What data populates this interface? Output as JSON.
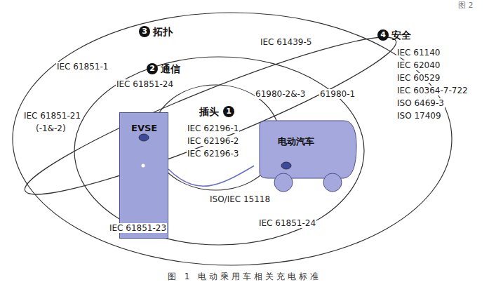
{
  "diagram": {
    "caption": "图 1 电动乘用车相关充电标准",
    "nodes": [
      {
        "text": [
          "拓扑"
        ]
      },
      {
        "text": [
          "通信"
        ],
        "in": 0
      },
      {
        "text": [
          "插头"
        ],
        "in": 1
      },
      {
        "text": [
          "安全"
        ]
      },
      {
        "text": [
          "EVSE"
        ],
        "in": 1
      },
      {
        "text": [
          "电动汽车"
        ],
        "in": 1
      }
    ],
    "edges": [
      {
        "from": 4,
        "to": 5,
        "arrow": "none"
      }
    ],
    "labels": [
      "图 2",
      "3",
      "IEC 61439-5",
      "4",
      "IEC 61140",
      "IEC 62040",
      "IEC 60529",
      "IEC 60364-7-722",
      "ISO 6469-3",
      "ISO 17409",
      "IEC 61851-1",
      "2",
      "IEC 61851-24",
      "61980-1",
      "61980-2&-3",
      "IEC 61851-21",
      "(-1&-2)",
      "1",
      "IEC 62196-1",
      "IEC 62196-2",
      "IEC 62196-3",
      "ISO/IEC 15118",
      "IEC 61851-23",
      "IEC 61851-24"
    ]
  }
}
